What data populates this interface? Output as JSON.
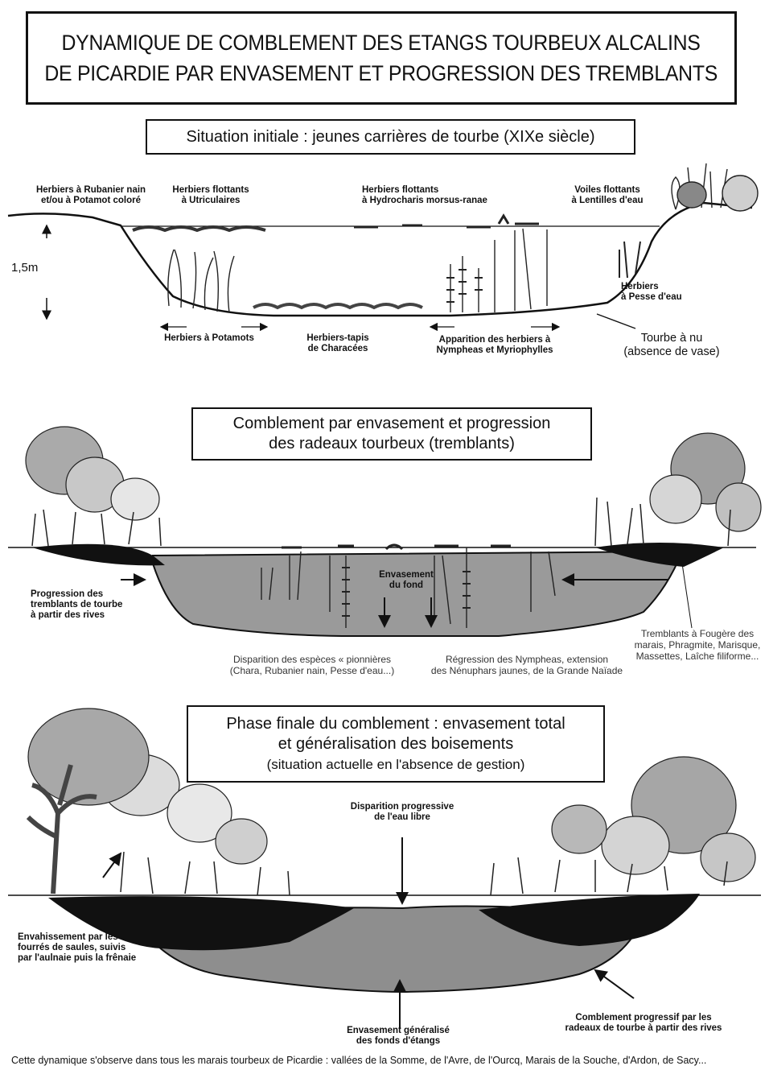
{
  "title": {
    "line1": "DYNAMIQUE DE COMBLEMENT DES ETANGS TOURBEUX ALCALINS",
    "line2": "DE PICARDIE PAR ENVASEMENT ET PROGRESSION DES TREMBLANTS"
  },
  "panel1": {
    "heading": "Situation initiale : jeunes carrières de tourbe (XIXe siècle)",
    "depth": "1,5m",
    "labels": {
      "rubanier_1": "Herbiers à Rubanier nain",
      "rubanier_2": "et/ou à Potamot coloré",
      "utric_1": "Herbiers flottants",
      "utric_2": "à Utriculaires",
      "hydro_1": "Herbiers flottants",
      "hydro_2": "à Hydrocharis morsus-ranae",
      "lentilles_1": "Voiles flottants",
      "lentilles_2": "à Lentilles d'eau",
      "pesse_1": "Herbiers",
      "pesse_2": "à Pesse d'eau",
      "potamots": "Herbiers à Potamots",
      "characees_1": "Herbiers-tapis",
      "characees_2": "de Characées",
      "nymph_1": "Apparition des herbiers à",
      "nymph_2": "Nympheas et Myriophylles",
      "tourbe_1": "Tourbe à nu",
      "tourbe_2": "(absence de vase)"
    }
  },
  "panel2": {
    "heading_1": "Comblement par envasement et progression",
    "heading_2": "des radeaux tourbeux (tremblants)",
    "labels": {
      "progression_1": "Progression des",
      "progression_2": "tremblants de tourbe",
      "progression_3": "à partir des rives",
      "envasement_1": "Envasement",
      "envasement_2": "du fond",
      "disparition_1": "Disparition des espèces « pionnières",
      "disparition_2": "(Chara, Rubanier nain, Pesse d'eau...)",
      "regression_1": "Régression des Nympheas, extension",
      "regression_2": "des Nénuphars jaunes, de la Grande Naïade",
      "tremblants_1": "Tremblants à Fougère des",
      "tremblants_2": "marais, Phragmite, Marisque,",
      "tremblants_3": "Massettes, Laîche filiforme..."
    }
  },
  "panel3": {
    "heading_1": "Phase finale du comblement : envasement total",
    "heading_2": "et généralisation des boisements",
    "heading_3": "(situation actuelle en l'absence de gestion)",
    "labels": {
      "eau_libre_1": "Disparition progressive",
      "eau_libre_2": "de l'eau libre",
      "fourres_1": "Envahissement par les",
      "fourres_2": "fourrés de saules, suivis",
      "fourres_3": "par l'aulnaie puis la frênaie",
      "general_1": "Envasement généralisé",
      "general_2": "des fonds d'étangs",
      "radeaux_1": "Comblement progressif par les",
      "radeaux_2": "radeaux de tourbe à partir des rives"
    }
  },
  "footer": "Cette dynamique s'observe dans  tous les marais tourbeux de Picardie : vallées de la Somme, de l'Avre, de l'Ourcq, Marais de la Souche, d'Ardon, de Sacy..."
}
